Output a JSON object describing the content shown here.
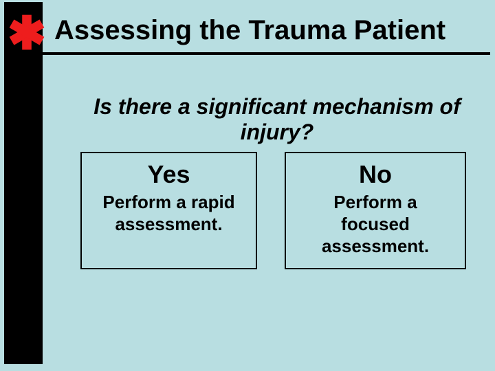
{
  "slide": {
    "title": "Assessing the Trauma Patient",
    "question": {
      "line1": "Is there a significant mechanism of",
      "line2": "injury?"
    },
    "boxes": {
      "yes": {
        "heading": "Yes",
        "line1": "Perform a rapid",
        "line2": "assessment."
      },
      "no": {
        "heading": "No",
        "line1": "Perform a",
        "line2": "focused",
        "line3": "assessment."
      }
    },
    "icon": {
      "name": "star-of-life-icon"
    },
    "colors": {
      "background": "#b8dee1",
      "accent_bar": "#000000",
      "star": "#ee1d1d",
      "text": "#000000",
      "box_border": "#000000"
    }
  }
}
